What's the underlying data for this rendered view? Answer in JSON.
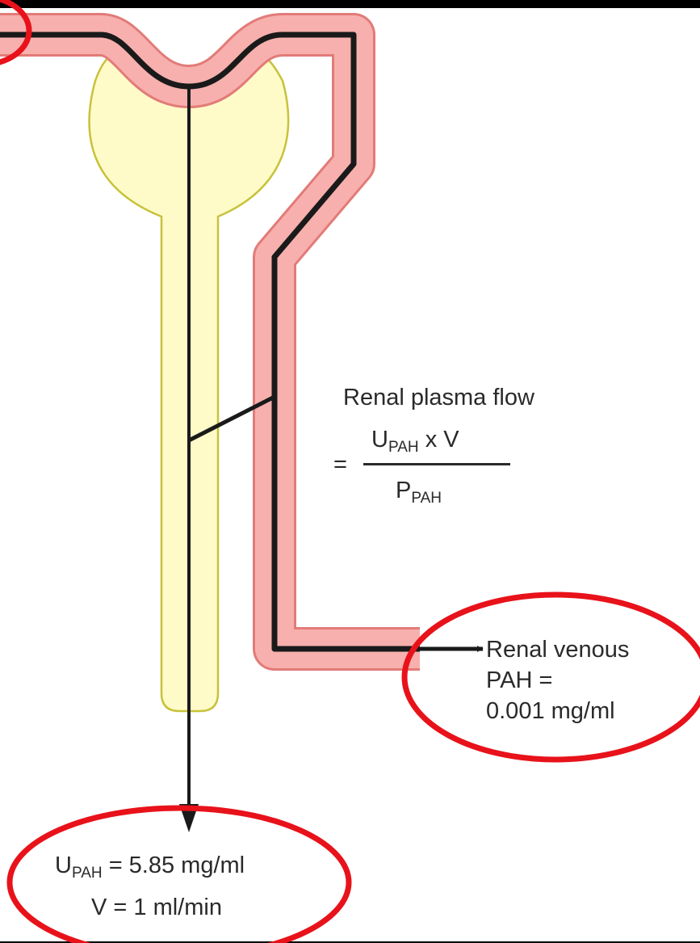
{
  "labels": {
    "renal_plasma_flow": "Renal plasma flow",
    "equals_sign": "=",
    "numerator": {
      "symbol": "U",
      "subscript": "PAH",
      "tail": "x V"
    },
    "denominator": {
      "symbol": "P",
      "subscript": "PAH"
    },
    "renal_venous_line1": "Renal venous",
    "renal_venous_line2": "PAH =",
    "renal_venous_line3": "0.001 mg/ml",
    "urine_pah": {
      "symbol": "U",
      "subscript": "PAH",
      "tail": "= 5.85 mg/ml"
    },
    "urine_flow": "V = 1 ml/min"
  },
  "colors": {
    "vessel_fill": "#f7b0ad",
    "vessel_edge": "#e27b78",
    "vessel_core": "#1a1a1a",
    "tubule_fill": "#fefbc9",
    "tubule_edge": "#c8c23a",
    "highlight_circle": "#e8121a",
    "background": "#ffffff"
  }
}
